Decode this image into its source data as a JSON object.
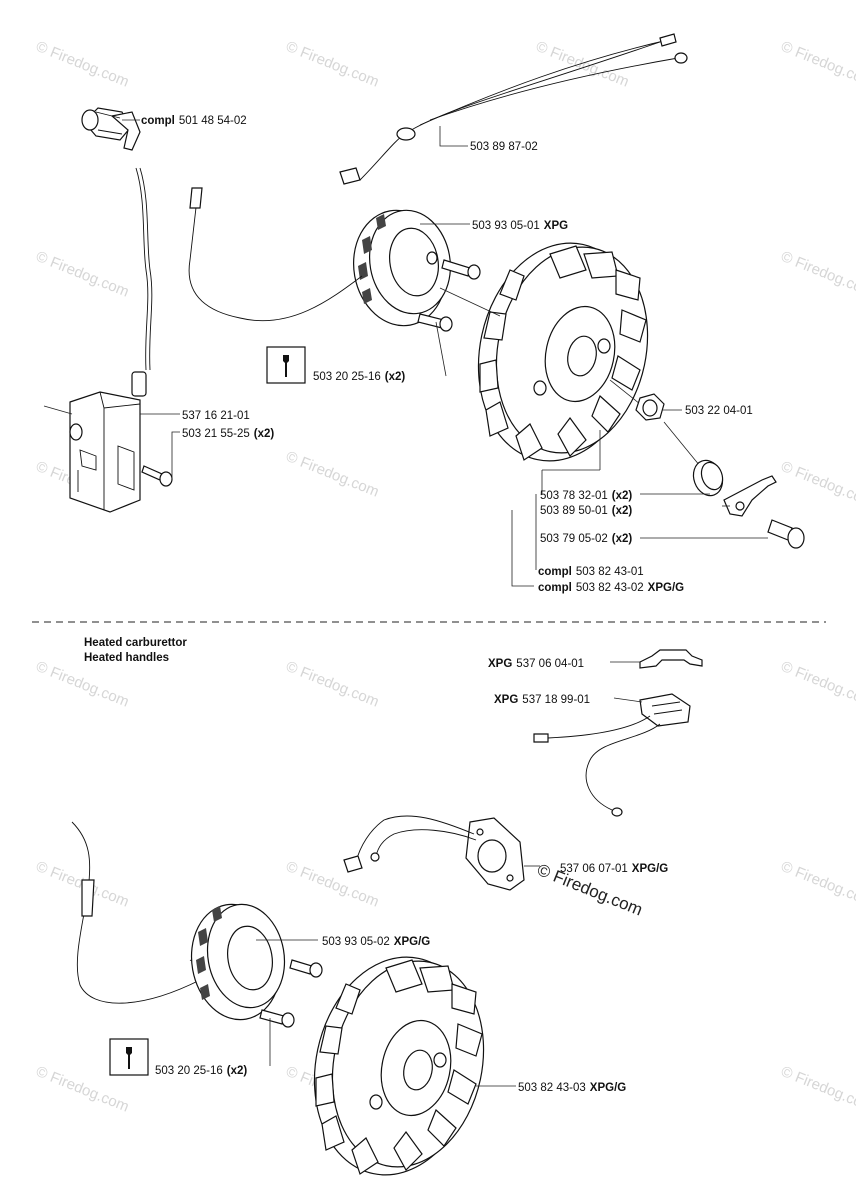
{
  "watermark": "© Firedog.com",
  "stamp": "© Firedog.com",
  "top_labels": {
    "cap": {
      "prefix": "compl",
      "num": "501 48 54-02"
    },
    "wire": {
      "num": "503 89 87-02"
    },
    "stator": {
      "num": "503 93 05-01",
      "suffix": "XPG"
    },
    "screw": {
      "num": "503 20 25-16",
      "suffix": "(x2)"
    },
    "module": {
      "num": "537 16 21-01"
    },
    "module_screw": {
      "num": "503 21 55-25",
      "suffix": "(x2)"
    },
    "nut": {
      "num": "503 22 04-01"
    },
    "spring": {
      "num": "503 78 32-01",
      "suffix": "(x2)"
    },
    "pawl": {
      "num": "503 89 50-01",
      "suffix": "(x2)"
    },
    "pin": {
      "num": "503 79 05-02",
      "suffix": "(x2)"
    },
    "compl1": {
      "prefix": "compl",
      "num": "503 82 43-01"
    },
    "compl2": {
      "prefix": "compl",
      "num": "503 82 43-02",
      "suffix": "XPG/G"
    }
  },
  "section_titles": [
    "Heated carburettor",
    "Heated handles"
  ],
  "bottom_labels": {
    "clip": {
      "prefix": "XPG",
      "num": "537 06 04-01"
    },
    "sensor": {
      "prefix": "XPG",
      "num": "537 18 99-01"
    },
    "gasket": {
      "num": "537 06 07-01",
      "suffix": "XPG/G"
    },
    "stator": {
      "num": "503 93 05-02",
      "suffix": "XPG/G"
    },
    "screw": {
      "num": "503 20 25-16",
      "suffix": "(x2)"
    },
    "flywheel": {
      "num": "503 82 43-03",
      "suffix": "XPG/G"
    }
  }
}
